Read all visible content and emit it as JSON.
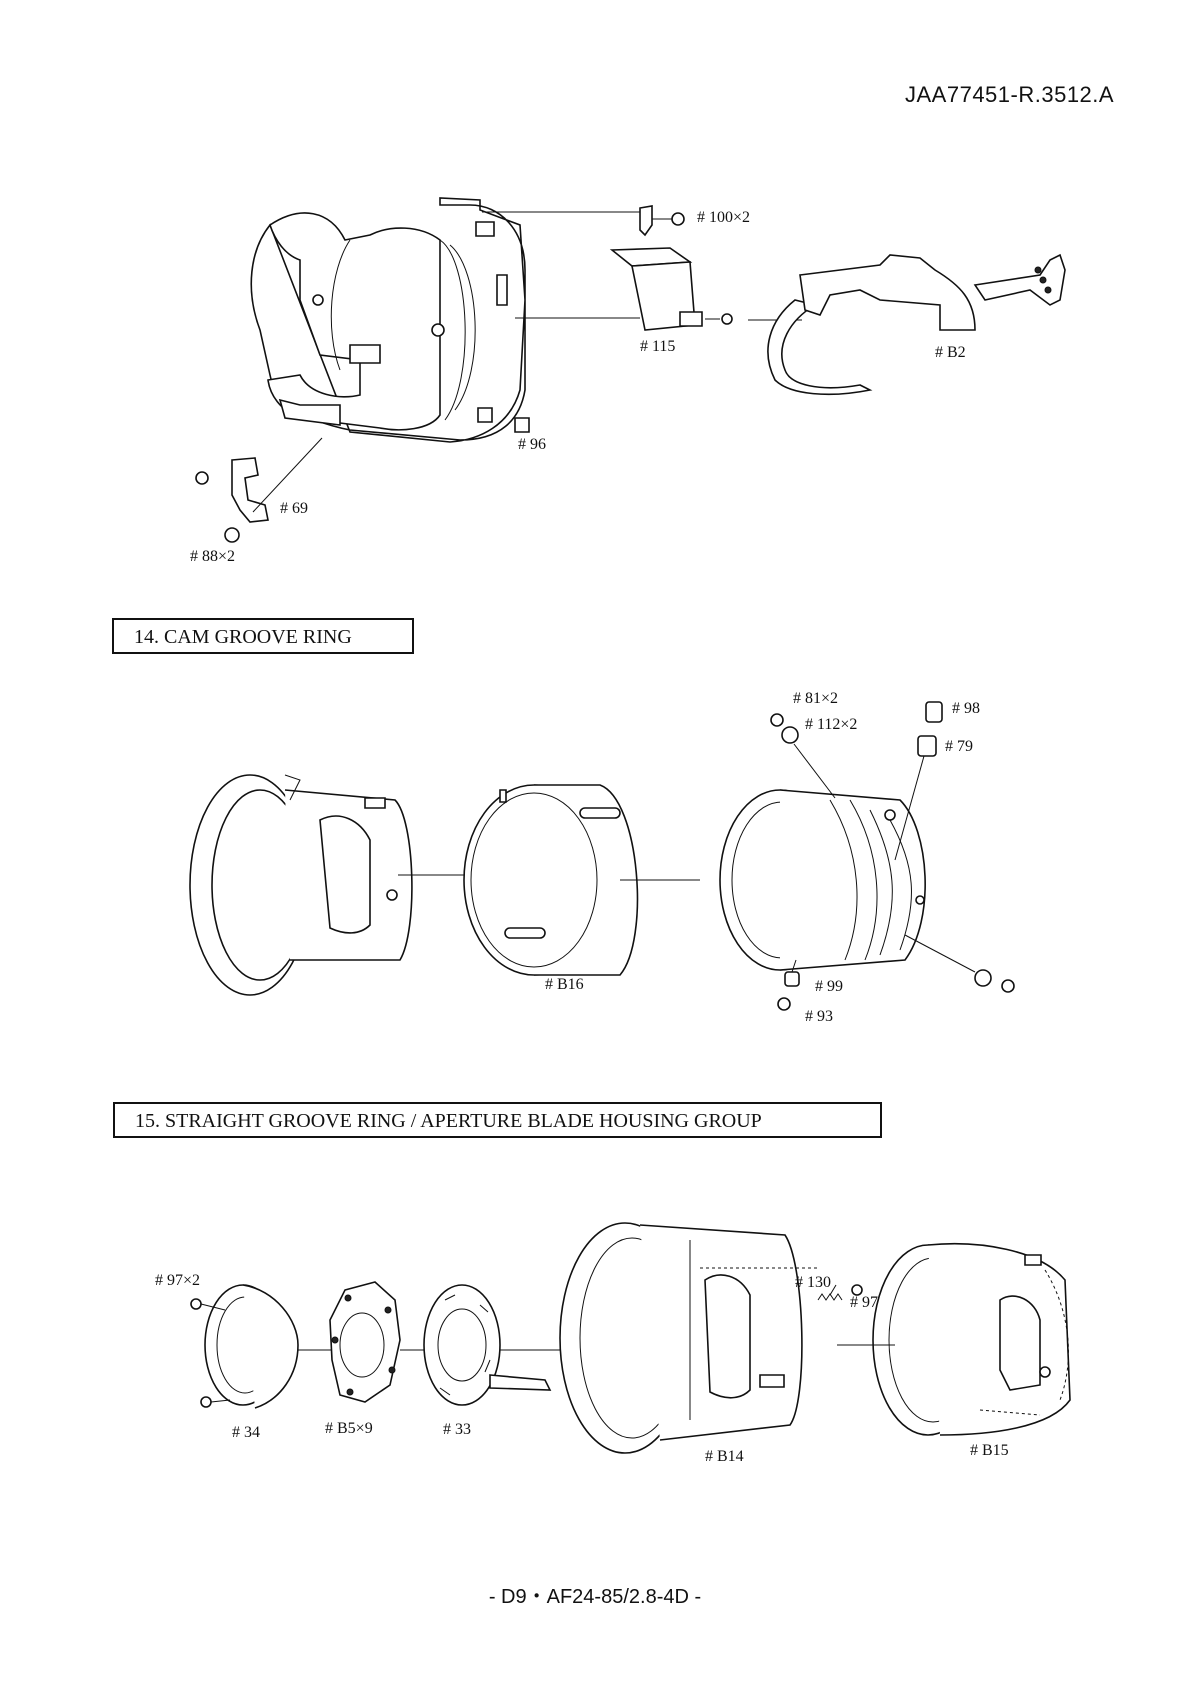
{
  "document": {
    "doc_id": "JAA77451-R.3512.A",
    "footer": "- D9・AF24-85/2.8-4D -"
  },
  "sections": {
    "s14": {
      "title": "14.   CAM GROOVE RING"
    },
    "s15": {
      "title": "15.   STRAIGHT GROOVE RING / APERTURE BLADE HOUSING GROUP"
    }
  },
  "labels": {
    "p100": "# 100×2",
    "p115": "# 115",
    "pB2": "# B2",
    "p96": "# 96",
    "p69": "# 69",
    "p88": "# 88×2",
    "p81": "# 81×2",
    "p112": "# 112×2",
    "p98": "# 98",
    "p79": "# 79",
    "pB16": "# B16",
    "p99": "# 99",
    "p93": "# 93",
    "p97x2": "# 97×2",
    "p34": "# 34",
    "pB5": "# B5×9",
    "p33": "# 33",
    "pB14": "# B14",
    "p130": "# 130",
    "p97": "# 97",
    "pB15": "# B15"
  }
}
